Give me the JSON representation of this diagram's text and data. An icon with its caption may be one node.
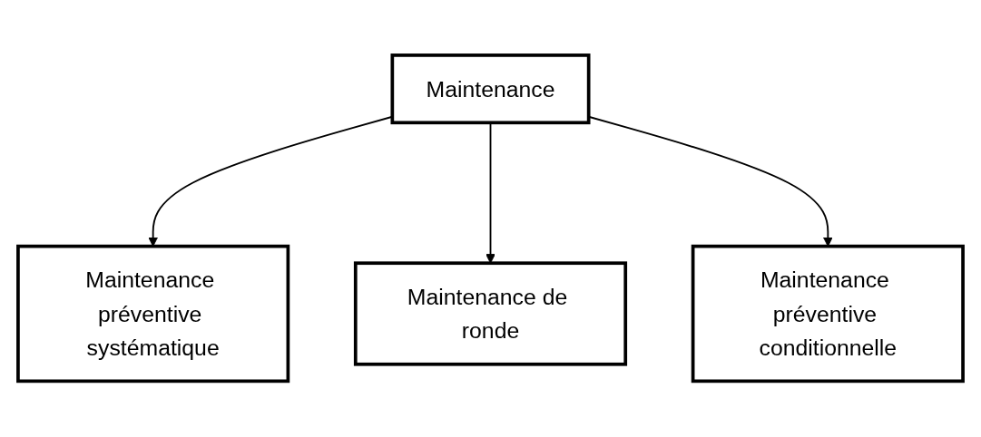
{
  "diagram": {
    "nodes": [
      {
        "text": [
          "Maintenance"
        ]
      },
      {
        "text": [
          "Maintenance préventive systématique"
        ]
      },
      {
        "text": [
          "Maintenance préventive conditionnelle"
        ]
      },
      {
        "text": [
          "Maintenance de ronde"
        ]
      }
    ],
    "edges": [
      {
        "from": 0,
        "to": 1,
        "arrow": "to"
      },
      {
        "from": 0,
        "to": 3,
        "arrow": "to"
      },
      {
        "from": 0,
        "to": 2,
        "arrow": "to"
      }
    ]
  }
}
